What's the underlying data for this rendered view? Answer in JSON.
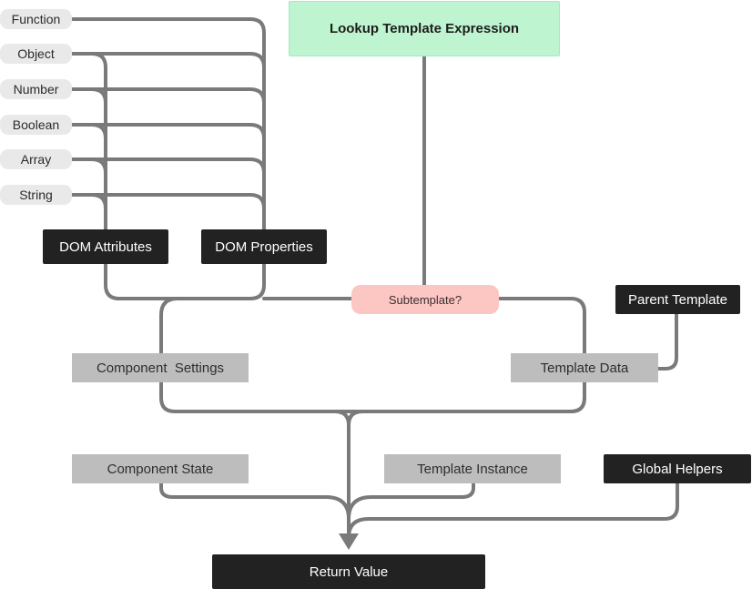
{
  "title": "Lookup Template Expression",
  "types": [
    "Function",
    "Object",
    "Number",
    "Boolean",
    "Array",
    "String"
  ],
  "nodes": {
    "dom_attributes": "DOM Attributes",
    "dom_properties": "DOM Properties",
    "subtemplate": "Subtemplate?",
    "parent_template": "Parent Template",
    "component_settings": "Component  Settings",
    "template_data": "Template Data",
    "component_state": "Component State",
    "template_instance": "Template Instance",
    "global_helpers": "Global Helpers",
    "return_value": "Return Value"
  },
  "colors": {
    "connector": "#7a7a7a",
    "title_fill": "#bff4d0",
    "dark_fill": "#222222",
    "gray_fill": "#bdbdbd",
    "type_fill": "#e9e9e9",
    "subtemplate_fill": "#fcc6c3"
  }
}
